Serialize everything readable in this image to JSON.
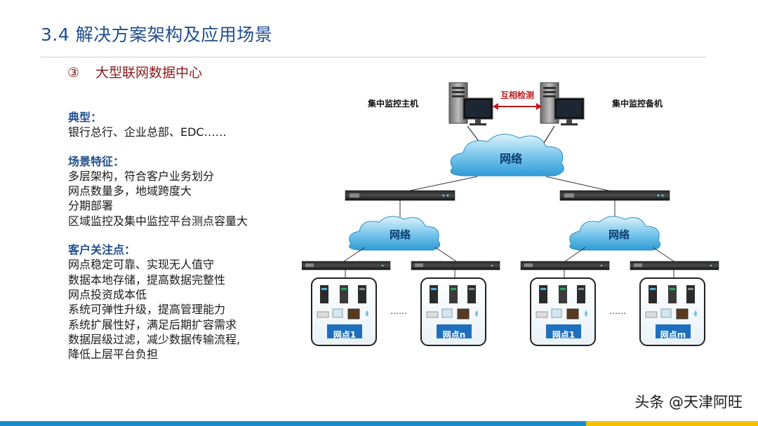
{
  "page": {
    "title": "3.4 解决方案架构及应用场景"
  },
  "subtitle": {
    "number": "③",
    "text": "大型联网数据中心"
  },
  "sections": [
    {
      "heading": "典型：",
      "lines": [
        "银行总行、企业总部、EDC……"
      ]
    },
    {
      "heading": "场景特征：",
      "lines": [
        "多层架构，符合客户业务划分",
        "网点数量多，地域跨度大",
        "分期部署",
        "区域监控及集中监控平台测点容量大"
      ]
    },
    {
      "heading": "客户关注点：",
      "lines": [
        "网点稳定可靠、实现无人值守",
        "数据本地存储，提高数据完整性",
        "网点投资成本低",
        "系统可弹性升级，提高管理能力",
        "系统扩展性好，满足后期扩容需求",
        "数据层级过滤，减少数据传输流程,",
        "降低上层平台负担"
      ]
    }
  ],
  "diagram": {
    "main_host": "集中监控主机",
    "backup_host": "集中监控备机",
    "mutual_check": "互相检测",
    "network": "网络",
    "ellipsis": "……",
    "sites": [
      "网点1",
      "网点n",
      "网点1",
      "网点m"
    ]
  },
  "watermark": "头条 @天津阿旺",
  "colors": {
    "title": "#1f4e8c",
    "subtitle": "#8b1a1a",
    "accent_blue": "#1a8cc9",
    "accent_yellow": "#f2c200",
    "cloud": "#3aa8dc",
    "mutual_check": "#c0181b"
  }
}
